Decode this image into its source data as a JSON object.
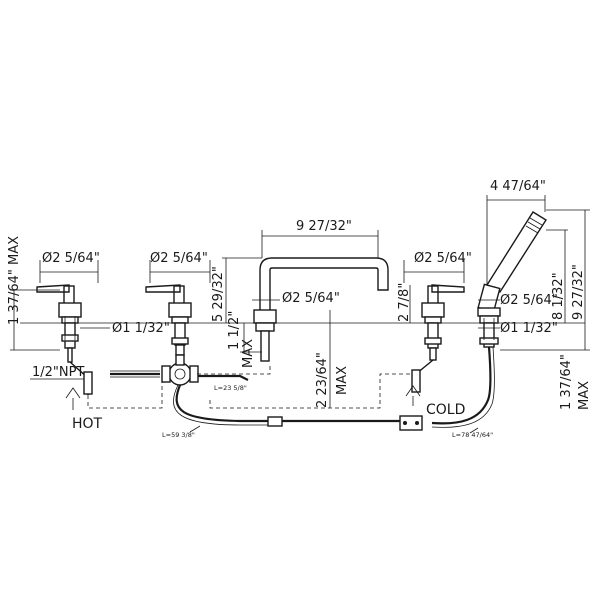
{
  "dimensions": {
    "spout_width": "9 27/32\"",
    "spout_height": "5 29/32\"",
    "handle_diam_left": "Ø2 5/64\"",
    "handle_diam_midleft": "Ø2 5/64\"",
    "handle_diam_spout": "Ø2 5/64\"",
    "handle_diam_right": "Ø2 5/64\"",
    "handle_diam_shower": "Ø2 5/64\"",
    "shank_diam_left": "Ø1 1/32\"",
    "shank_diam_right": "Ø1 1/32\"",
    "deck_left_max": "1 37/64\" MAX",
    "deck_right_max_value": "1 37/64\"",
    "deck_right_max_word": "MAX",
    "spout_shank_value": "1 1/2\"",
    "spout_shank_word": "MAX",
    "valve_depth_value": "2 23/64\"",
    "valve_depth_word": "MAX",
    "handle_height_right": "2 7/8\"",
    "shower_width": "4 47/64\"",
    "shower_height": "8 1/32\"",
    "shower_total_height": "9 27/32\"",
    "npt": "1/2\"NPT"
  },
  "hose_lengths": {
    "hose_a": "L=23 5/8\"",
    "hose_b": "L=59 3/8\"",
    "hose_c": "L=78 47/64\""
  },
  "labels": {
    "hot": "HOT",
    "cold": "COLD"
  }
}
